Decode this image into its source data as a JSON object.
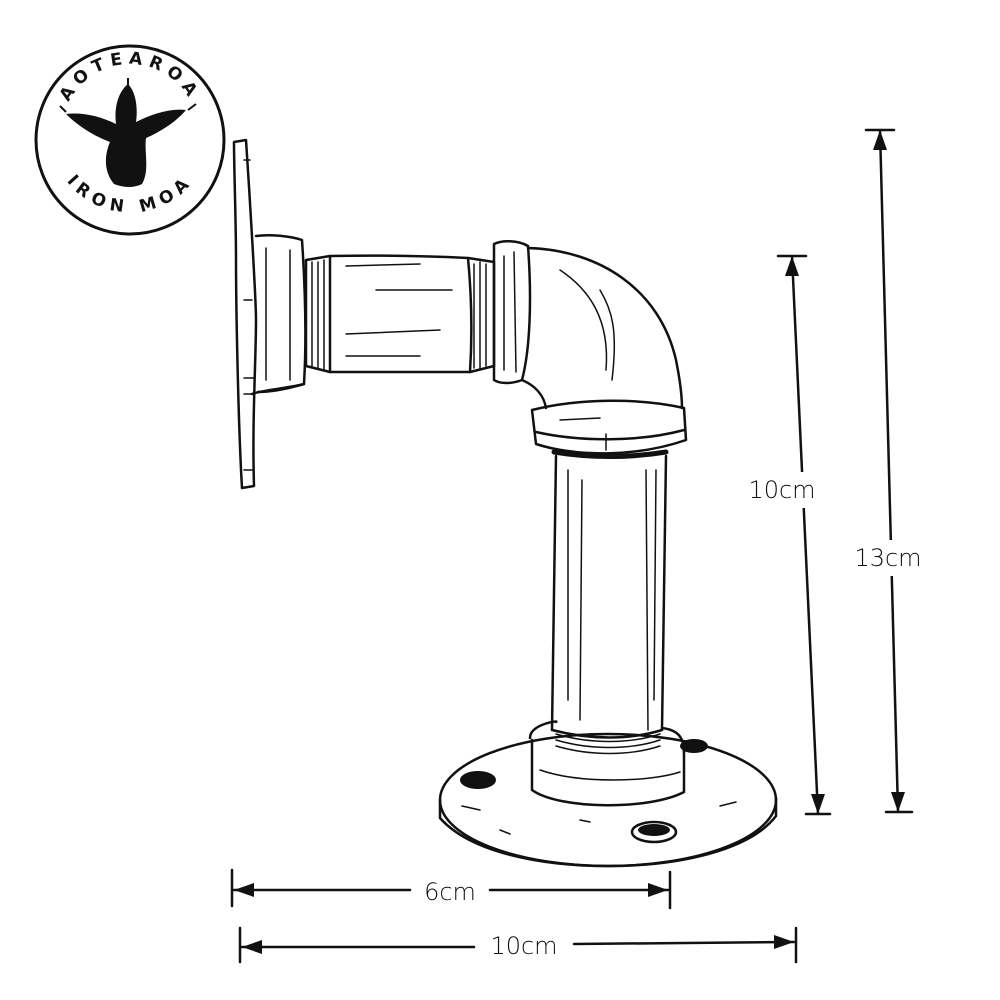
{
  "logo": {
    "top_text": "AOTEAROA",
    "bottom_text": "IRON MOA"
  },
  "dimensions": {
    "elbow_height": "10cm",
    "total_height": "13cm",
    "arm_length": "6cm",
    "base_width": "10cm"
  },
  "colors": {
    "ink": "#111111",
    "background": "#ffffff"
  }
}
